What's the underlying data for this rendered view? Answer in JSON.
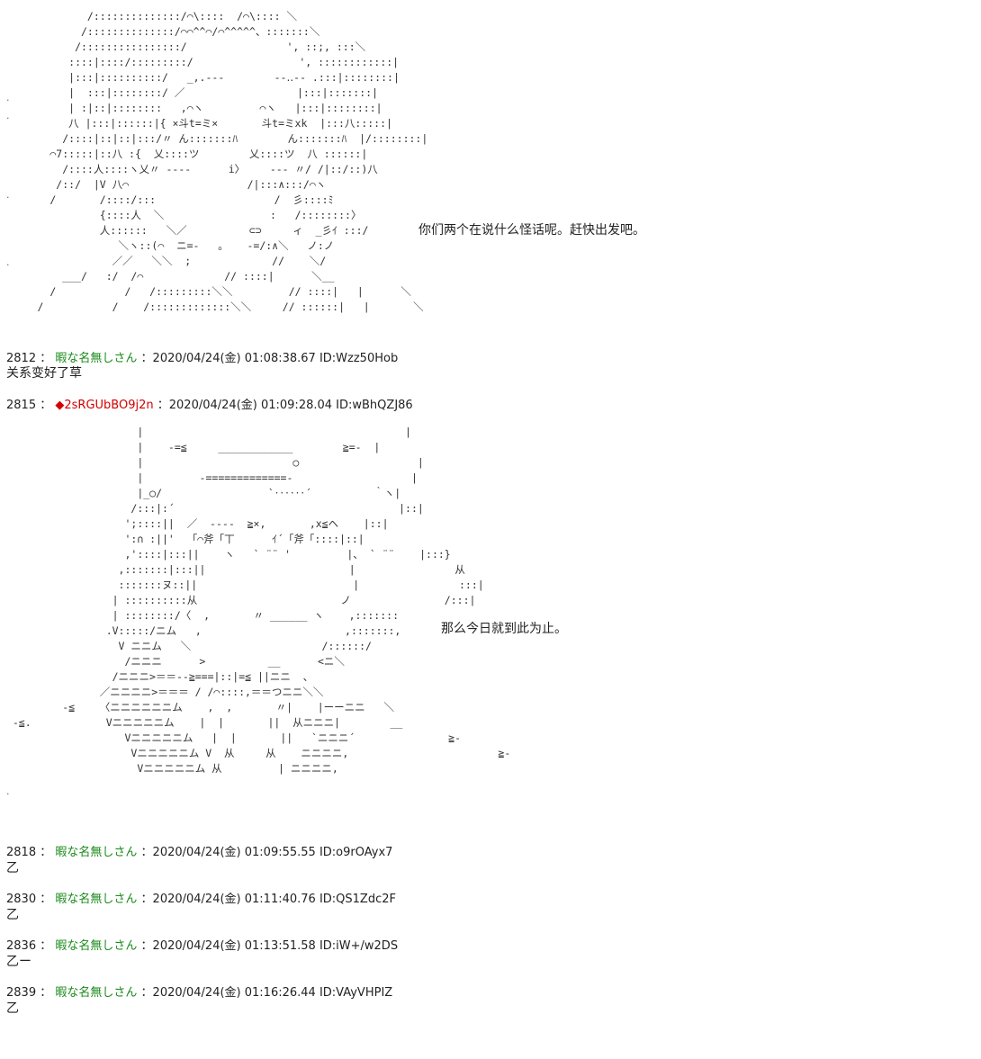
{
  "art1": {
    "lines": [
      "              /::::::::::::::/⌒\\::::  /⌒\\:::: ＼",
      "             /::::::::::::::/⌒⌒^^⌒/⌒^^^^^、:::::::＼",
      "            /::::::::::::::::/                ', ::;, :::＼",
      "           ::::|::::/:::::::::/                 ', ::::::::::::|",
      "           |:::|::::::::::/   _,.---        --‥-- .:::|::::::::|",
      "           |  :::|::::::::/ ／                  |:::|:::::::|",
      "           | :|::|::::::::   ,⌒ヽ         ⌒ヽ   |:::|::::::::|",
      "           八 |:::|::::::|{ ×斗t=ミ×       斗t=ミxk  |:::八:::::|",
      "          /::::|::|::|:::/〃 ん:::::::ﾊ        ん:::::::ﾊ  |/::::::::|",
      "        ⌒7:::::|::八 :{  乂::::ツ        乂::::ツ  八 ::::::|",
      "          /::::人::::ヽ乂〃 ----      i〉    --- 〃/ /|::/::)八",
      "         /::/  |V 八⌒                   /|:::∧:::/⌒ヽ",
      "        /       /::::/:::                   /  彡::::ﾐ",
      "                {::::人  ＼                 :   /::::::::〉",
      "                人::::::   ＼／          ⊂⊃     ィ  _彡ｲ :::/",
      "                   ＼ヽ::(⌒  ニ=-   。   -=/:∧＼   ノ:ノ",
      "                  ／／   ＼＼  ;             //    ＼/",
      "          ___/   :/  /⌒             // ::::|      ＼__",
      "        /           /   /:::::::::＼＼         // ::::|   |      ＼",
      "      /           /    /:::::::::::::＼＼     // ::::::|   |       ＼"
    ]
  },
  "speech1": "你们两个在说什么怪话呢。赶快出发吧。",
  "post2812": {
    "number": "2812",
    "sep": "：",
    "name": "暇な名無しさん",
    "meta": "：2020/04/24(金) 01:08:38.67 ID:Wzz50Hob",
    "body": "关系变好了草"
  },
  "post2815": {
    "number": "2815",
    "sep": "：",
    "name": "◆2sRGUbBO9j2n",
    "meta": "：2020/04/24(金) 01:09:28.04 ID:wBhQZJ86"
  },
  "art2": {
    "lines": [
      "                      |                                          |",
      "                      |    -=≦     ____________        ≧=-  |",
      "                      |                        ○                   |",
      "                      |         -=============-                   |",
      "                      |_○/                 `‥‥‥´          ｀ヽ|",
      "                     /:::|:´                                    |::|",
      "                    ';::::||  ／  ----  ≧×,       ,x≦ヘ    |::|",
      "                    ':∩ :||'  「⌒斧「丅      ｲ´「斧「::::|::|",
      "                    ,'::::|:::||    ヽ   ` ¨¨ '         |、 ` ¨¨    |:::}",
      "                   ,:::::::|:::||                       |                从",
      "                   :::::::ヌ::||                         |                :::|",
      "                  | ::::::::::从                       ノ               /:::|",
      "                  | ::::::::/〈  ,       〃 ______ ヽ    ,:::::::",
      "                 .V:::::/ニム   ,                       ,:::::::,",
      "                   V ニニム   ＼                     /::::::/",
      "                    /ニニニ      >          __      <ニ＼",
      "                  /ニニニ>＝＝--≧===|::|=≦ ||ニニ  、",
      "                ／ニニニニ>＝＝＝ / /⌒::::,＝＝つニニ＼＼",
      "          -≦    〈ニニニニニニム    ,  ,       〃|    |ーーニニ   ＼",
      "  -≦.            Vニニニニニム    |  |       ||  从ニニニ|        __",
      "                    Vニニニニニム   |  |       ||   `ニニニ´               ≧-",
      "                     Vニニニニニム V  从     从    ニニニニ,                        ≧-",
      "                      Vニニニニニム 从         | ニニニニ,"
    ]
  },
  "speech2": "那么今日就到此为止。",
  "posts": [
    {
      "number": "2818",
      "sep": "：",
      "name": "暇な名無しさん",
      "meta": "：2020/04/24(金) 01:09:55.55 ID:o9rOAyx7",
      "body": "乙"
    },
    {
      "number": "2830",
      "sep": "：",
      "name": "暇な名無しさん",
      "meta": "：2020/04/24(金) 01:11:40.76 ID:QS1Zdc2F",
      "body": "乙"
    },
    {
      "number": "2836",
      "sep": "：",
      "name": "暇な名無しさん",
      "meta": "：2020/04/24(金) 01:13:51.58 ID:iW+/w2DS",
      "body": "乙ー"
    },
    {
      "number": "2839",
      "sep": "：",
      "name": "暇な名無しさん",
      "meta": "：2020/04/24(金) 01:16:26.44 ID:VAyVHPIZ",
      "body": "乙"
    }
  ],
  "margin_dot": "."
}
